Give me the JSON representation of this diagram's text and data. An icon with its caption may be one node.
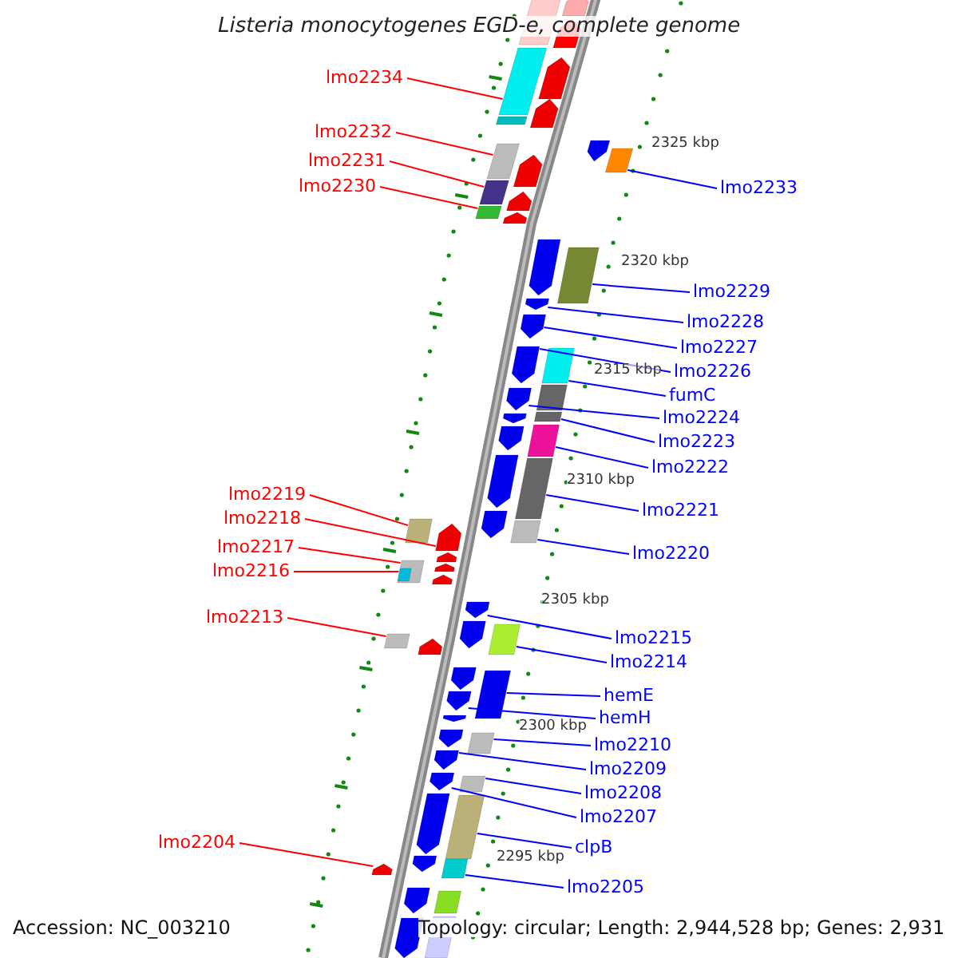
{
  "diagram": {
    "title": "Listeria monocytogenes EGD-e, complete genome",
    "nodes": [
      {
        "text": [
          "lmo2234"
        ]
      },
      {
        "text": [
          "lmo2232"
        ]
      },
      {
        "text": [
          "lmo2231"
        ]
      },
      {
        "text": [
          "lmo2230"
        ]
      },
      {
        "text": [
          "lmo2233"
        ]
      },
      {
        "text": [
          "lmo2229"
        ]
      },
      {
        "text": [
          "lmo2228"
        ]
      },
      {
        "text": [
          "lmo2227"
        ]
      },
      {
        "text": [
          "lmo2226"
        ]
      },
      {
        "text": [
          "fumC"
        ]
      },
      {
        "text": [
          "lmo2224"
        ]
      },
      {
        "text": [
          "lmo2223"
        ]
      },
      {
        "text": [
          "lmo2222"
        ]
      },
      {
        "text": [
          "lmo2219"
        ]
      },
      {
        "text": [
          "lmo2218"
        ]
      },
      {
        "text": [
          "lmo2221"
        ]
      },
      {
        "text": [
          "lmo2217"
        ]
      },
      {
        "text": [
          "lmo2216"
        ]
      },
      {
        "text": [
          "lmo2220"
        ]
      },
      {
        "text": [
          "lmo2213"
        ]
      },
      {
        "text": [
          "lmo2215"
        ]
      },
      {
        "text": [
          "lmo2214"
        ]
      },
      {
        "text": [
          "hemE"
        ]
      },
      {
        "text": [
          "hemH"
        ]
      },
      {
        "text": [
          "lmo2210"
        ]
      },
      {
        "text": [
          "lmo2209"
        ]
      },
      {
        "text": [
          "lmo2208"
        ]
      },
      {
        "text": [
          "lmo2207"
        ]
      },
      {
        "text": [
          "clpB"
        ]
      },
      {
        "text": [
          "lmo2204"
        ]
      },
      {
        "text": [
          "lmo2205"
        ]
      },
      {
        "text": [],
        "shape": "box"
      },
      {
        "text": [],
        "shape": "box"
      },
      {
        "text": [],
        "shape": "box"
      },
      {
        "text": [],
        "shape": "box"
      },
      {
        "text": [],
        "shape": "box"
      },
      {
        "text": [],
        "shape": "box"
      },
      {
        "text": [],
        "shape": "pentagon"
      },
      {
        "text": [],
        "shape": "pentagon"
      },
      {
        "text": [],
        "shape": "pentagon"
      },
      {
        "text": [],
        "shape": "box"
      },
      {
        "text": [],
        "shape": "pentagon"
      },
      {
        "text": [],
        "shape": "box"
      },
      {
        "text": [],
        "shape": "box"
      },
      {
        "text": [],
        "shape": "box"
      },
      {
        "text": [],
        "shape": "pentagon"
      },
      {
        "text": [],
        "shape": "box"
      },
      {
        "text": [],
        "shape": "box"
      },
      {
        "text": [],
        "shape": "box",
        "in": 47
      },
      {
        "text": [],
        "shape": "box"
      },
      {
        "text": [],
        "shape": "box"
      },
      {
        "text": [],
        "shape": "pentagon"
      },
      {
        "text": [],
        "shape": "box"
      },
      {
        "text": [],
        "shape": "box"
      },
      {
        "text": [],
        "shape": "pentagon"
      },
      {
        "text": [],
        "shape": "box"
      },
      {
        "text": [],
        "shape": "pentagon"
      },
      {
        "text": [],
        "shape": "box"
      },
      {
        "text": [],
        "shape": "pentagon"
      },
      {
        "text": [],
        "shape": "box"
      },
      {
        "text": [],
        "shape": "pentagon"
      },
      {
        "text": [],
        "shape": "box"
      },
      {
        "text": [],
        "shape": "pentagon"
      },
      {
        "text": [],
        "shape": "pentagon"
      },
      {
        "text": [],
        "shape": "box"
      },
      {
        "text": [],
        "shape": "box"
      },
      {
        "text": [],
        "shape": "pentagon"
      },
      {
        "text": [],
        "shape": "pentagon"
      },
      {
        "text": [],
        "shape": "pentagon"
      },
      {
        "text": [],
        "shape": "pentagon"
      },
      {
        "text": [],
        "shape": "pentagon"
      },
      {
        "text": [],
        "shape": "pentagon"
      },
      {
        "text": [],
        "shape": "pentagon"
      },
      {
        "text": [],
        "shape": "pentagon"
      },
      {
        "text": [],
        "shape": "pentagon"
      },
      {
        "text": [],
        "shape": "pentagon"
      },
      {
        "text": [],
        "shape": "pentagon"
      },
      {
        "text": [],
        "shape": "box"
      },
      {
        "text": [],
        "shape": "pentagon"
      },
      {
        "text": [],
        "shape": "pentagon"
      },
      {
        "text": [],
        "shape": "pentagon"
      },
      {
        "text": [],
        "shape": "pentagon"
      },
      {
        "text": [],
        "shape": "pentagon"
      },
      {
        "text": [],
        "shape": "pentagon"
      },
      {
        "text": [],
        "shape": "pentagon"
      },
      {
        "text": [],
        "shape": "pentagon"
      },
      {
        "text": [],
        "shape": "pentagon"
      },
      {
        "text": [],
        "shape": "pentagon"
      },
      {
        "text": [],
        "shape": "pentagon"
      },
      {
        "text": [],
        "shape": "box"
      },
      {
        "text": [],
        "shape": "pentagon"
      },
      {
        "text": [],
        "shape": "box"
      }
    ],
    "edges": [
      {
        "from": 0,
        "to": 31,
        "arrow": "none",
        "color": "#ff0000"
      },
      {
        "from": 1,
        "to": 32,
        "arrow": "none",
        "color": "#ff0000"
      },
      {
        "from": 2,
        "to": 33,
        "arrow": "none",
        "color": "#ff0000"
      },
      {
        "from": 3,
        "to": 34,
        "arrow": "none",
        "color": "#ff0000"
      },
      {
        "from": 4,
        "to": 35,
        "arrow": "none"
      },
      {
        "from": 5,
        "to": 36,
        "arrow": "none"
      },
      {
        "from": 6,
        "to": 37,
        "arrow": "none"
      },
      {
        "from": 7,
        "to": 38,
        "arrow": "none"
      },
      {
        "from": 8,
        "to": 39,
        "arrow": "none"
      },
      {
        "from": 9,
        "to": 40,
        "arrow": "none"
      },
      {
        "from": 10,
        "to": 41,
        "arrow": "none"
      },
      {
        "from": 11,
        "to": 42,
        "arrow": "none"
      },
      {
        "from": 12,
        "to": 43,
        "arrow": "none"
      },
      {
        "from": 13,
        "to": 44,
        "arrow": "none",
        "color": "#ff0000"
      },
      {
        "from": 14,
        "to": 45,
        "arrow": "none",
        "color": "#ff0000"
      },
      {
        "from": 15,
        "to": 46,
        "arrow": "none"
      },
      {
        "from": 16,
        "to": 47,
        "arrow": "none",
        "color": "#ff0000"
      },
      {
        "from": 17,
        "to": 48,
        "arrow": "none",
        "color": "#ff0000"
      },
      {
        "from": 18,
        "to": 49,
        "arrow": "none"
      },
      {
        "from": 19,
        "to": 50,
        "arrow": "none",
        "color": "#ff0000"
      },
      {
        "from": 20,
        "to": 51,
        "arrow": "none"
      },
      {
        "from": 21,
        "to": 52,
        "arrow": "none"
      },
      {
        "from": 22,
        "to": 53,
        "arrow": "none"
      },
      {
        "from": 23,
        "to": 54,
        "arrow": "none"
      },
      {
        "from": 24,
        "to": 55,
        "arrow": "none"
      },
      {
        "from": 25,
        "to": 56,
        "arrow": "none"
      },
      {
        "from": 26,
        "to": 57,
        "arrow": "none"
      },
      {
        "from": 27,
        "to": 58,
        "arrow": "none"
      },
      {
        "from": 28,
        "to": 59,
        "arrow": "none"
      },
      {
        "from": 29,
        "to": 60,
        "arrow": "none",
        "color": "#ff0000"
      },
      {
        "from": 30,
        "to": 61,
        "arrow": "none"
      }
    ],
    "labels": [
      "2325 kbp",
      "2320 kbp",
      "2315 kbp",
      "2310 kbp",
      "2305 kbp",
      "2300 kbp",
      "2295 kbp",
      "Accession: NC_003210",
      "Topology: circular; Length: 2,944,528 bp; Genes: 2,931"
    ]
  }
}
